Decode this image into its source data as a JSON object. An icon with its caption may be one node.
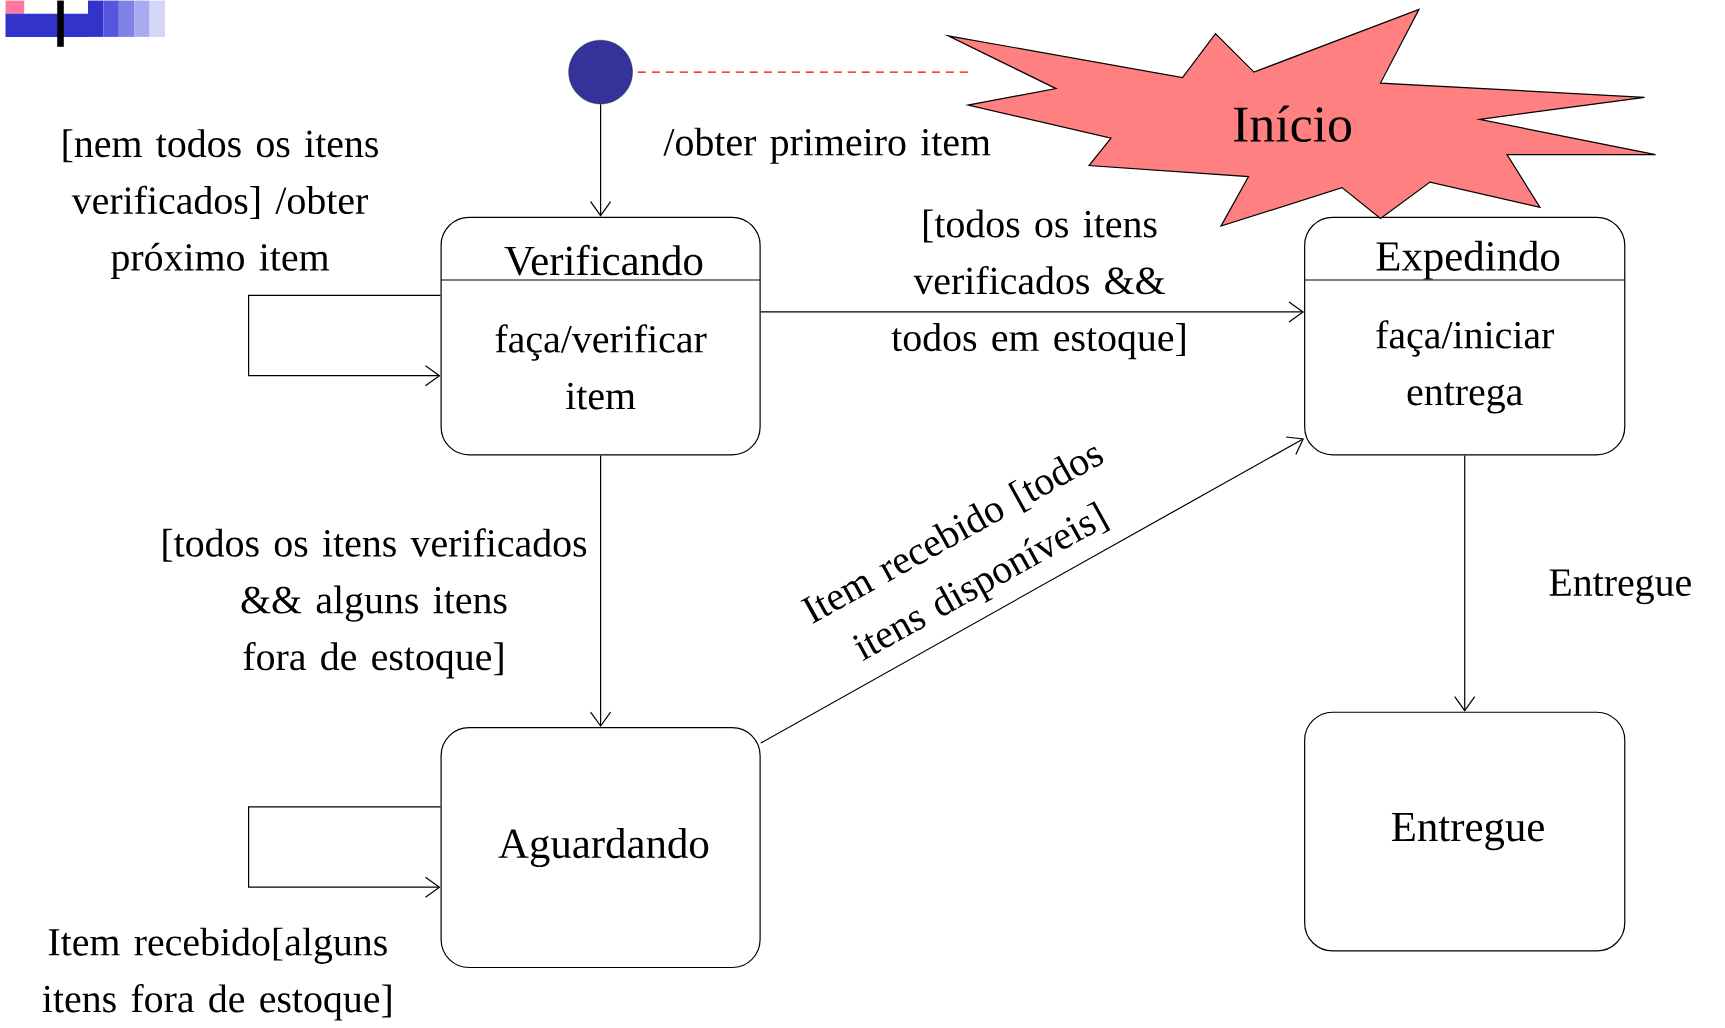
{
  "diagram": {
    "nodes": [
      {
        "text": [],
        "shape": "circle"
      },
      {
        "text": [
          "Verificando",
          "faça/verificar item"
        ]
      },
      {
        "text": [
          "Expedindo",
          "faça/iniciar entrega"
        ]
      },
      {
        "text": [
          "Aguardando"
        ]
      },
      {
        "text": [
          "Entregue"
        ]
      },
      {
        "text": [
          "Início"
        ]
      }
    ],
    "edges": [
      {
        "from": 0,
        "to": 1,
        "arrow": "to",
        "label": "/obter primeiro item"
      },
      {
        "from": 1,
        "to": 1,
        "arrow": "to",
        "label": "[nem todos os itens verificados] /obter próximo item"
      },
      {
        "from": 1,
        "to": 2,
        "arrow": "to",
        "label": "[todos os itens verificados && todos em estoque]"
      },
      {
        "from": 1,
        "to": 3,
        "arrow": "to",
        "label": "[todos os itens verificados && alguns itens fora de estoque]"
      },
      {
        "from": 3,
        "to": 2,
        "arrow": "to",
        "label": "Item recebido [todos itens disponíveis]"
      },
      {
        "from": 3,
        "to": 3,
        "arrow": "to",
        "label": "Item recebido[alguns itens fora de estoque]"
      },
      {
        "from": 2,
        "to": 4,
        "arrow": "to",
        "label": "Entregue"
      },
      {
        "from": 5,
        "to": 0,
        "arrow": "none",
        "style": "dashed",
        "color": "#ff0000"
      }
    ]
  }
}
